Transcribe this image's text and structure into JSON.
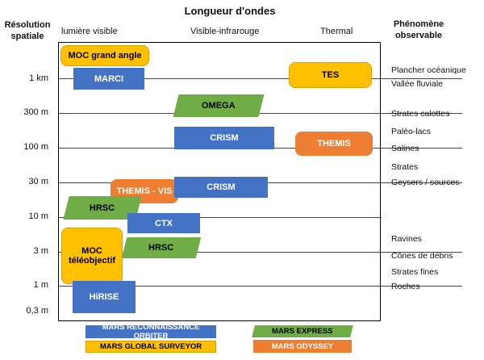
{
  "title": "Longueur d'ondes",
  "y_axis_title": [
    "Résolution",
    "spatiale"
  ],
  "right_axis_title": [
    "Phénomène",
    "observable"
  ],
  "bands": [
    "lumière visible",
    "Visible-infrarouge",
    "Thermal"
  ],
  "resolution_ticks": [
    "1 km",
    "300 m",
    "100 m",
    "30 m",
    "10 m",
    "3 m",
    "1 m",
    "0,3 m"
  ],
  "phenomena": [
    "Plancher océanique",
    "Vallée fluviale",
    "Strates calottes",
    "Paléo-lacs",
    "Salines",
    "Strates",
    "Geysers / sources",
    "Ravines",
    "Cônes de débris",
    "Strates fines",
    "Roches"
  ],
  "instruments": {
    "moc_wide": {
      "label": "MOC grand angle",
      "mission": "MARS GLOBAL SURVEYOR"
    },
    "marci": {
      "label": "MARCI",
      "mission": "MARS RECONNAISSANCE ORBITER"
    },
    "tes": {
      "label": "TES",
      "mission": "MARS GLOBAL SURVEYOR"
    },
    "omega": {
      "label": "OMEGA",
      "mission": "MARS EXPRESS"
    },
    "crism_top": {
      "label": "CRISM",
      "mission": "MARS RECONNAISSANCE ORBITER"
    },
    "themis_ir": {
      "label": "THEMIS",
      "mission": "MARS ODYSSEY"
    },
    "themis_vis": {
      "label": "THEMIS - VIS",
      "mission": "MARS ODYSSEY"
    },
    "crism_mid": {
      "label": "CRISM",
      "mission": "MARS RECONNAISSANCE ORBITER"
    },
    "hrsc_top": {
      "label": "HRSC",
      "mission": "MARS EXPRESS"
    },
    "ctx": {
      "label": "CTX",
      "mission": "MARS RECONNAISSANCE ORBITER"
    },
    "moc_tele": {
      "label": "MOC téléobjectif",
      "label_lines": [
        "MOC",
        "téléobjectif"
      ],
      "mission": "MARS GLOBAL SURVEYOR"
    },
    "hrsc_bottom": {
      "label": "HRSC",
      "mission": "MARS EXPRESS"
    },
    "hirise": {
      "label": "HiRISE",
      "mission": "MARS RECONNAISSANCE ORBITER"
    }
  },
  "legend": [
    "MARS RECONNAISSANCE ORBITER",
    "MARS EXPRESS",
    "MARS GLOBAL SURVEYOR",
    "MARS ODYSSEY"
  ],
  "colors": {
    "mars_reconnaissance_orbiter": "#4472c4",
    "mars_express": "#70ad47",
    "mars_global_surveyor": "#ffc000",
    "mars_odyssey": "#ed7d31"
  }
}
